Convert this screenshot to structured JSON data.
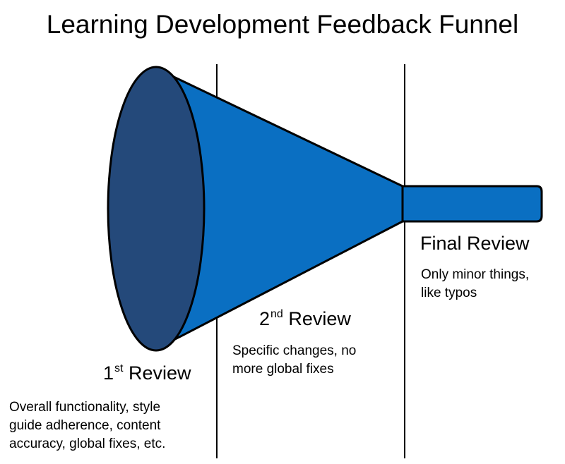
{
  "title": "Learning Development Feedback Funnel",
  "colors": {
    "funnel_body": "#0A6FC2",
    "funnel_mouth": "#24497A",
    "outline": "#000000",
    "divider": "#000000"
  },
  "stages": [
    {
      "title_prefix": "1",
      "title_sup": "st",
      "title_suffix": " Review",
      "description_lines": [
        "Overall functionality, style",
        "guide adherence, content",
        "accuracy, global fixes, etc."
      ]
    },
    {
      "title_prefix": "2",
      "title_sup": "nd",
      "title_suffix": " Review",
      "description_lines": [
        "Specific changes, no",
        "more global fixes"
      ]
    },
    {
      "title_prefix": "Final Review",
      "title_sup": "",
      "title_suffix": "",
      "description_lines": [
        "Only minor things,",
        "like typos"
      ]
    }
  ]
}
